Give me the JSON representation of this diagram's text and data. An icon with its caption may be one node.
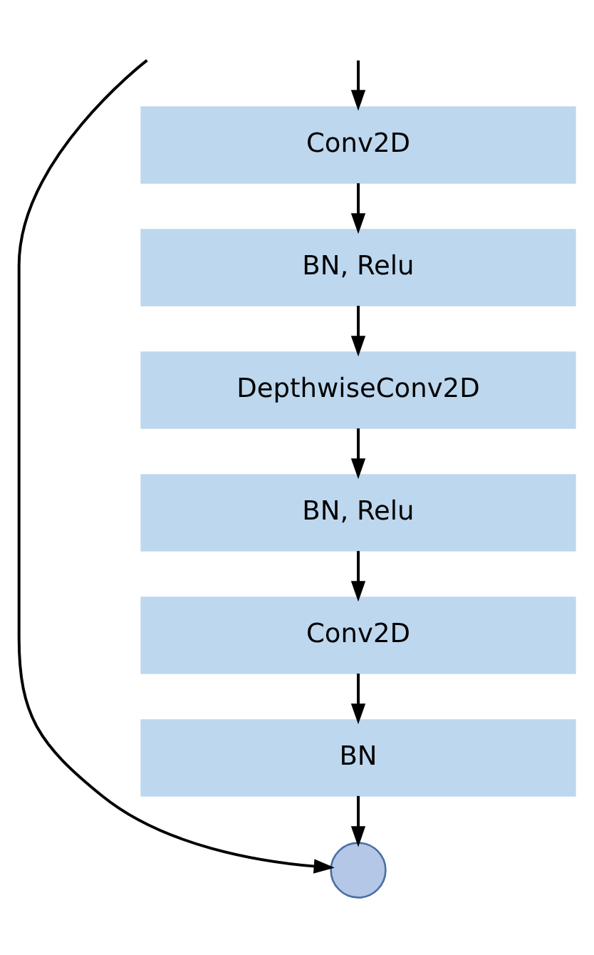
{
  "diagram": {
    "nodes": [
      {
        "text": [
          "Conv2D"
        ]
      },
      {
        "text": [
          "BN, Relu"
        ]
      },
      {
        "text": [
          "DepthwiseConv2D"
        ]
      },
      {
        "text": [
          "BN, Relu"
        ]
      },
      {
        "text": [
          "Conv2D"
        ]
      },
      {
        "text": [
          "BN"
        ]
      },
      {
        "text": [],
        "shape": "circle"
      }
    ],
    "edges": [
      {
        "from": null,
        "to": 0,
        "arrow": "to"
      },
      {
        "from": 0,
        "to": 1,
        "arrow": "to"
      },
      {
        "from": 1,
        "to": 2,
        "arrow": "to"
      },
      {
        "from": 2,
        "to": 3,
        "arrow": "to"
      },
      {
        "from": 3,
        "to": 4,
        "arrow": "to"
      },
      {
        "from": 4,
        "to": 5,
        "arrow": "to"
      },
      {
        "from": 5,
        "to": 6,
        "arrow": "to"
      },
      {
        "from": null,
        "to": 6,
        "arrow": "to"
      }
    ]
  }
}
